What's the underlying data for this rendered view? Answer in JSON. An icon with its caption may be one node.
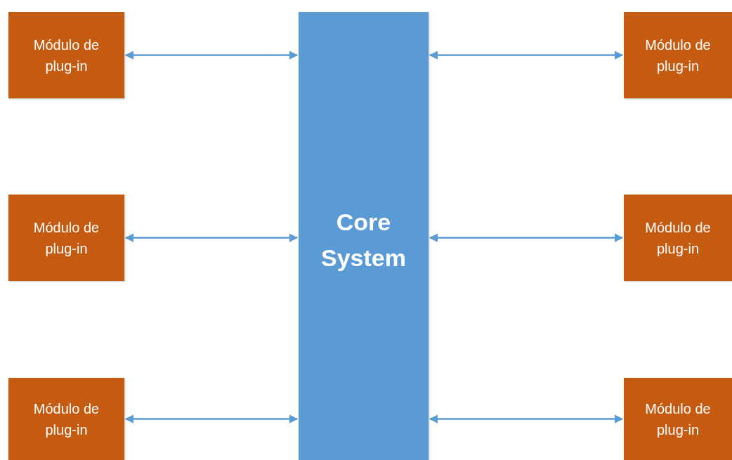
{
  "diagram": {
    "nodes": [
      {
        "text": [
          "Módulo de plug-in"
        ]
      },
      {
        "text": [
          "Core System"
        ]
      },
      {
        "text": [
          "Módulo de plug-in"
        ]
      },
      {
        "text": [
          "Módulo de plug-in"
        ]
      },
      {
        "text": [
          "Módulo de plug-in"
        ]
      },
      {
        "text": [
          "Módulo de plug-in"
        ]
      },
      {
        "text": [
          "Módulo de plug-in"
        ]
      }
    ],
    "edges": [
      {
        "from": 0,
        "to": 1,
        "arrow": "both"
      },
      {
        "from": 1,
        "to": 2,
        "arrow": "both"
      },
      {
        "from": 3,
        "to": 1,
        "arrow": "both"
      },
      {
        "from": 1,
        "to": 4,
        "arrow": "both"
      },
      {
        "from": 5,
        "to": 1,
        "arrow": "both"
      },
      {
        "from": 1,
        "to": 6,
        "arrow": "both"
      }
    ]
  }
}
